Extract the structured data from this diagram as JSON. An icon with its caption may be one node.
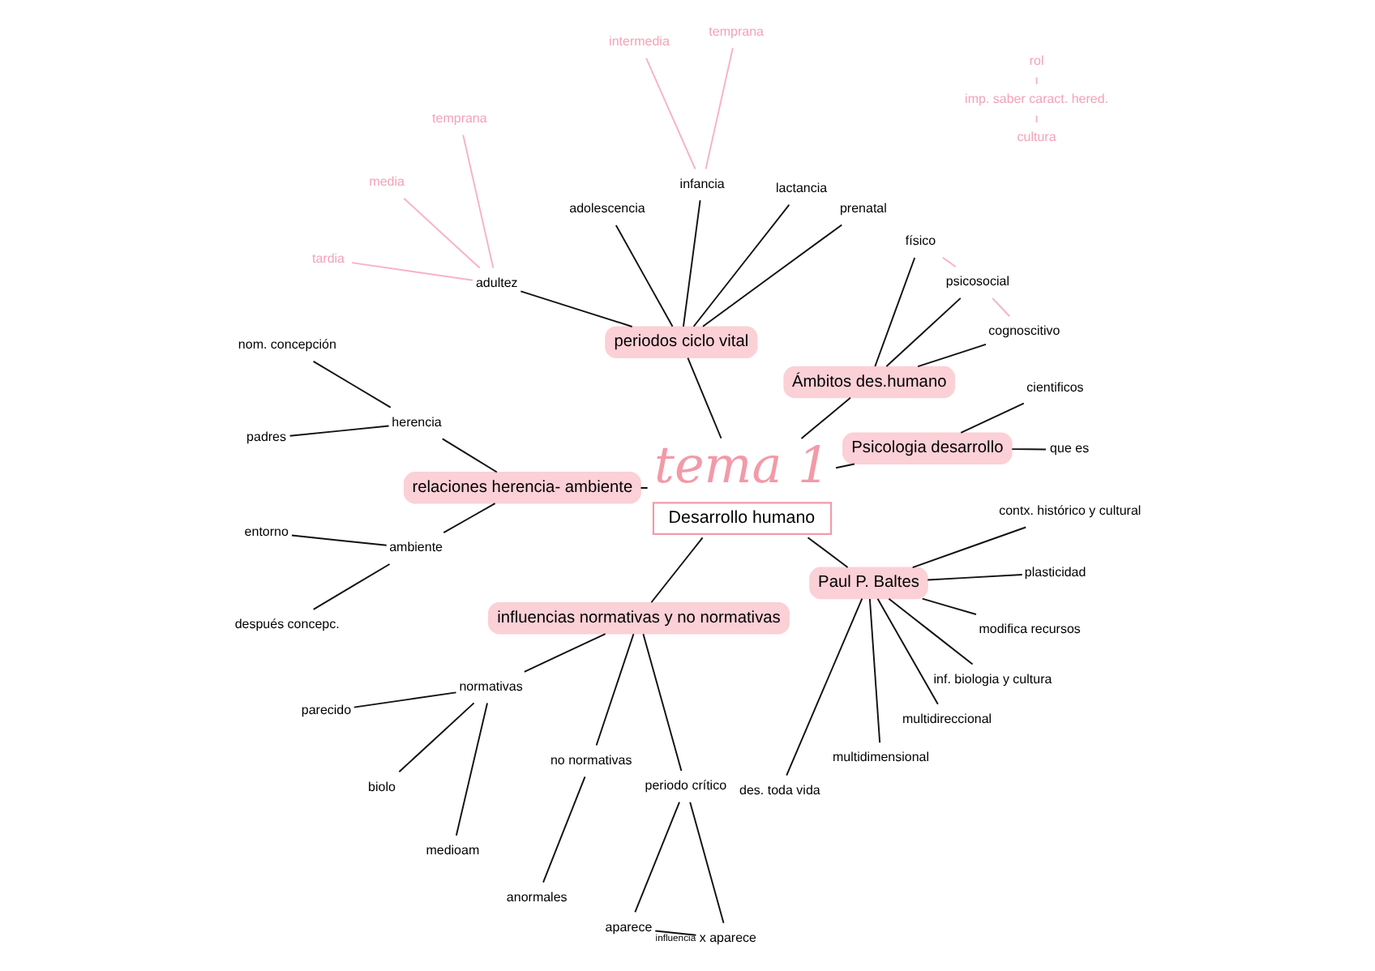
{
  "diagram": {
    "nodes": [
      {
        "text": [
          "tema 1",
          "Desarrollo humano"
        ]
      },
      {
        "text": [
          "Psicologia desarrollo"
        ]
      },
      {
        "text": [
          "que es"
        ]
      },
      {
        "text": [
          "cientificos"
        ]
      },
      {
        "text": [
          "Ámbitos des.humano"
        ]
      },
      {
        "text": [
          "cognoscitivo"
        ]
      },
      {
        "text": [
          "psicosocial"
        ]
      },
      {
        "text": [
          "físico"
        ]
      },
      {
        "text": [
          "periodos ciclo vital"
        ]
      },
      {
        "text": [
          "prenatal"
        ]
      },
      {
        "text": [
          "lactancia"
        ]
      },
      {
        "text": [
          "infancia"
        ]
      },
      {
        "text": [
          "temprana"
        ]
      },
      {
        "text": [
          "intermedia"
        ]
      },
      {
        "text": [
          "adolescencia"
        ]
      },
      {
        "text": [
          "adultez"
        ]
      },
      {
        "text": [
          "temprana"
        ]
      },
      {
        "text": [
          "media"
        ]
      },
      {
        "text": [
          "tardia"
        ]
      },
      {
        "text": [
          "relaciones herencia- ambiente"
        ]
      },
      {
        "text": [
          "herencia"
        ]
      },
      {
        "text": [
          "nom. concepción"
        ]
      },
      {
        "text": [
          "padres"
        ]
      },
      {
        "text": [
          "ambiente"
        ]
      },
      {
        "text": [
          "entorno"
        ]
      },
      {
        "text": [
          "después concepc."
        ]
      },
      {
        "text": [
          "influencias normativas y no normativas"
        ]
      },
      {
        "text": [
          "normativas"
        ]
      },
      {
        "text": [
          "parecido"
        ]
      },
      {
        "text": [
          "biolo"
        ]
      },
      {
        "text": [
          "medioam"
        ]
      },
      {
        "text": [
          "no normativas"
        ]
      },
      {
        "text": [
          "anormales"
        ]
      },
      {
        "text": [
          "periodo crítico"
        ]
      },
      {
        "text": [
          "aparece"
        ]
      },
      {
        "text": [
          "x aparece"
        ]
      },
      {
        "text": [
          "Paul P. Baltes"
        ]
      },
      {
        "text": [
          "des. toda vida"
        ]
      },
      {
        "text": [
          "multidimensional"
        ]
      },
      {
        "text": [
          "multidireccional"
        ]
      },
      {
        "text": [
          "inf. biologia y cultura"
        ]
      },
      {
        "text": [
          "modifica recursos"
        ]
      },
      {
        "text": [
          "plasticidad"
        ]
      },
      {
        "text": [
          "contx. histórico y cultural"
        ]
      },
      {
        "text": [
          "imp. saber caract. hered."
        ]
      },
      {
        "text": [
          "rol"
        ]
      },
      {
        "text": [
          "cultura"
        ]
      }
    ],
    "edges": [
      {
        "from": 0,
        "to": 1,
        "arrow": "none"
      },
      {
        "from": 1,
        "to": 2,
        "arrow": "none"
      },
      {
        "from": 1,
        "to": 3,
        "arrow": "none"
      },
      {
        "from": 0,
        "to": 4,
        "arrow": "none"
      },
      {
        "from": 4,
        "to": 5,
        "arrow": "none"
      },
      {
        "from": 4,
        "to": 6,
        "arrow": "none"
      },
      {
        "from": 4,
        "to": 7,
        "arrow": "none"
      },
      {
        "from": 5,
        "to": 6,
        "arrow": "none",
        "color": "#f7b3c4"
      },
      {
        "from": 6,
        "to": 7,
        "arrow": "none",
        "color": "#f7b3c4"
      },
      {
        "from": 0,
        "to": 8,
        "arrow": "none"
      },
      {
        "from": 8,
        "to": 9,
        "arrow": "none"
      },
      {
        "from": 8,
        "to": 10,
        "arrow": "none"
      },
      {
        "from": 8,
        "to": 11,
        "arrow": "none"
      },
      {
        "from": 8,
        "to": 14,
        "arrow": "none"
      },
      {
        "from": 8,
        "to": 15,
        "arrow": "none"
      },
      {
        "from": 11,
        "to": 12,
        "arrow": "none",
        "color": "#f7b3c4"
      },
      {
        "from": 11,
        "to": 13,
        "arrow": "none",
        "color": "#f7b3c4"
      },
      {
        "from": 15,
        "to": 16,
        "arrow": "none",
        "color": "#f7b3c4"
      },
      {
        "from": 15,
        "to": 17,
        "arrow": "none",
        "color": "#f7b3c4"
      },
      {
        "from": 15,
        "to": 18,
        "arrow": "none",
        "color": "#f7b3c4"
      },
      {
        "from": 0,
        "to": 19,
        "arrow": "none"
      },
      {
        "from": 19,
        "to": 20,
        "arrow": "none"
      },
      {
        "from": 19,
        "to": 23,
        "arrow": "none"
      },
      {
        "from": 20,
        "to": 21,
        "arrow": "none"
      },
      {
        "from": 20,
        "to": 22,
        "arrow": "none"
      },
      {
        "from": 23,
        "to": 24,
        "arrow": "none"
      },
      {
        "from": 23,
        "to": 25,
        "arrow": "none"
      },
      {
        "from": 0,
        "to": 26,
        "arrow": "none"
      },
      {
        "from": 26,
        "to": 27,
        "arrow": "none"
      },
      {
        "from": 26,
        "to": 31,
        "arrow": "none"
      },
      {
        "from": 27,
        "to": 28,
        "arrow": "none"
      },
      {
        "from": 27,
        "to": 29,
        "arrow": "none"
      },
      {
        "from": 27,
        "to": 30,
        "arrow": "none"
      },
      {
        "from": 31,
        "to": 32,
        "arrow": "none"
      },
      {
        "from": 26,
        "to": 33,
        "arrow": "none"
      },
      {
        "from": 33,
        "to": 34,
        "arrow": "none"
      },
      {
        "from": 33,
        "to": 35,
        "arrow": "none"
      },
      {
        "from": 34,
        "to": 35,
        "arrow": "none",
        "label": "influencia"
      },
      {
        "from": 0,
        "to": 36,
        "arrow": "none"
      },
      {
        "from": 36,
        "to": 37,
        "arrow": "none"
      },
      {
        "from": 36,
        "to": 38,
        "arrow": "none"
      },
      {
        "from": 36,
        "to": 39,
        "arrow": "none"
      },
      {
        "from": 36,
        "to": 40,
        "arrow": "none"
      },
      {
        "from": 36,
        "to": 41,
        "arrow": "none"
      },
      {
        "from": 36,
        "to": 42,
        "arrow": "none"
      },
      {
        "from": 36,
        "to": 43,
        "arrow": "none"
      },
      {
        "from": 44,
        "to": 45,
        "arrow": "none",
        "color": "#f7b3c4"
      },
      {
        "from": 44,
        "to": 46,
        "arrow": "none",
        "color": "#f7b3c4"
      }
    ]
  }
}
